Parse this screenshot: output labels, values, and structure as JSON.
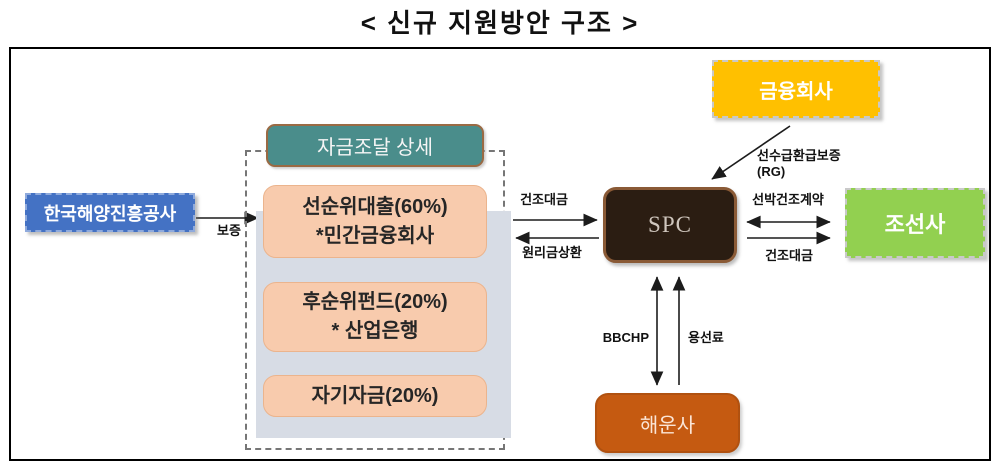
{
  "title": "< 신규 지원방안 구조 >",
  "nodes": {
    "khoc": {
      "label": "한국해양진흥공사",
      "color": "#4472C4"
    },
    "funding_detail_header": {
      "label": "자금조달 상세",
      "color": "#4A8D8B"
    },
    "senior_loan": {
      "line1": "선순위대출(60%)",
      "line2": "*민간금융회사",
      "color": "#F8CBAD"
    },
    "subordinated_fund": {
      "line1": "후순위펀드(20%)",
      "line2": "* 산업은행",
      "color": "#F8CBAD"
    },
    "own_capital": {
      "label": "자기자금(20%)",
      "color": "#F8CBAD"
    },
    "spc": {
      "label": "SPC",
      "color": "#2B1D12"
    },
    "financial_company": {
      "label": "금융회사",
      "color": "#FFC000"
    },
    "shipbuilder": {
      "label": "조선사",
      "color": "#92D050"
    },
    "shipping_company": {
      "label": "해운사",
      "color": "#C55A11"
    }
  },
  "edges": {
    "guarantee": {
      "label": "보증"
    },
    "construction_payment_to_spc": {
      "label": "건조대금"
    },
    "principal_interest_repayment": {
      "label": "원리금상환"
    },
    "refund_guarantee": {
      "line1": "선수급환급보증",
      "line2": "(RG)"
    },
    "shipbuilding_contract": {
      "label": "선박건조계약"
    },
    "construction_payment_to_shipbuilder": {
      "label": "건조대금"
    },
    "bbchp": {
      "label": "BBCHP"
    },
    "charter_fee": {
      "label": "용선료"
    }
  }
}
